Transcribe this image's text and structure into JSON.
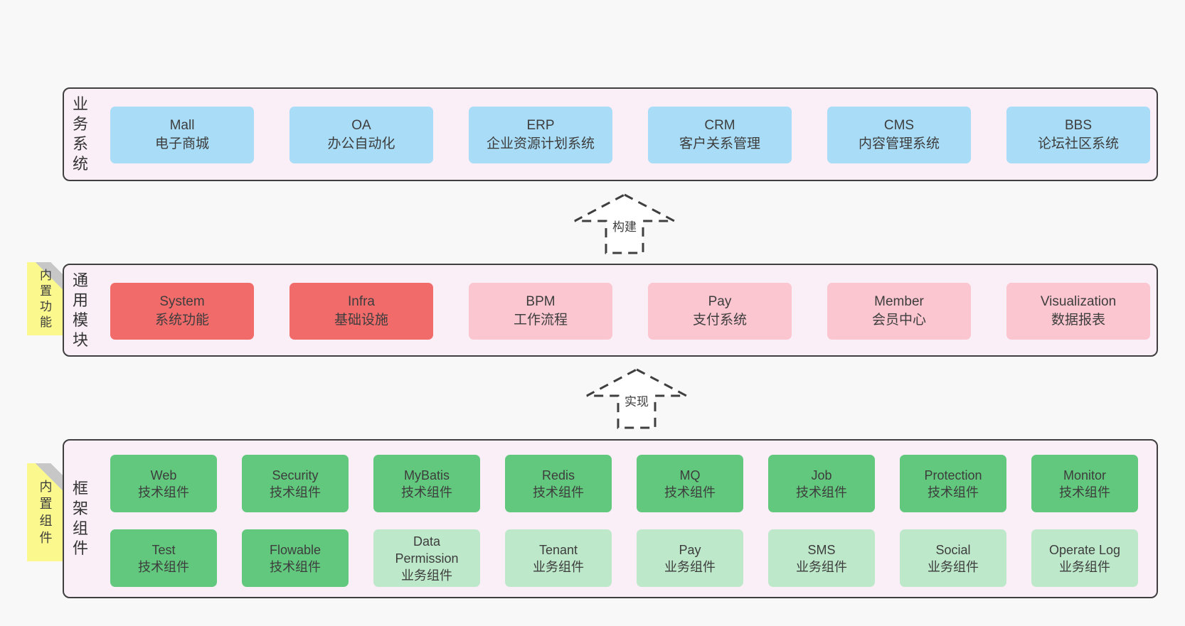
{
  "colors": {
    "page_bg": "#f8f8f8",
    "container_bg": "#faeef7",
    "container_border": "#3f3f3f",
    "blue_box": "#a9dcf6",
    "red_box": "#f26b6b",
    "pink_box": "#fbc6d0",
    "green_dark_box": "#62c87d",
    "green_light_box": "#bde8ca",
    "sticky_note": "#fbf98e",
    "text": "#3c3c3c"
  },
  "arrows": {
    "build": "构建",
    "implement": "实现"
  },
  "business": {
    "label": "业务系统",
    "boxes": [
      {
        "en": "Mall",
        "zh": "电子商城",
        "variant": "blue"
      },
      {
        "en": "OA",
        "zh": "办公自动化",
        "variant": "blue"
      },
      {
        "en": "ERP",
        "zh": "企业资源计划系统",
        "variant": "blue"
      },
      {
        "en": "CRM",
        "zh": "客户关系管理",
        "variant": "blue"
      },
      {
        "en": "CMS",
        "zh": "内容管理系统",
        "variant": "blue"
      },
      {
        "en": "BBS",
        "zh": "论坛社区系统",
        "variant": "blue"
      }
    ]
  },
  "modules": {
    "label": "通用模块",
    "note": "内置功能",
    "boxes": [
      {
        "en": "System",
        "zh": "系统功能",
        "variant": "red"
      },
      {
        "en": "Infra",
        "zh": "基础设施",
        "variant": "red"
      },
      {
        "en": "BPM",
        "zh": "工作流程",
        "variant": "pink"
      },
      {
        "en": "Pay",
        "zh": "支付系统",
        "variant": "pink"
      },
      {
        "en": "Member",
        "zh": "会员中心",
        "variant": "pink"
      },
      {
        "en": "Visualization",
        "zh": "数据报表",
        "variant": "pink"
      }
    ]
  },
  "framework": {
    "label": "框架组件",
    "note": "内置组件",
    "row1": [
      {
        "en": "Web",
        "zh": "技术组件",
        "variant": "green-dark"
      },
      {
        "en": "Security",
        "zh": "技术组件",
        "variant": "green-dark"
      },
      {
        "en": "MyBatis",
        "zh": "技术组件",
        "variant": "green-dark"
      },
      {
        "en": "Redis",
        "zh": "技术组件",
        "variant": "green-dark"
      },
      {
        "en": "MQ",
        "zh": "技术组件",
        "variant": "green-dark"
      },
      {
        "en": "Job",
        "zh": "技术组件",
        "variant": "green-dark"
      },
      {
        "en": "Protection",
        "zh": "技术组件",
        "variant": "green-dark"
      },
      {
        "en": "Monitor",
        "zh": "技术组件",
        "variant": "green-dark"
      }
    ],
    "row2": [
      {
        "en": "Test",
        "zh": "技术组件",
        "variant": "green-dark"
      },
      {
        "en": "Flowable",
        "zh": "技术组件",
        "variant": "green-dark"
      },
      {
        "en": "Data Permission",
        "zh": "业务组件",
        "variant": "green-light"
      },
      {
        "en": "Tenant",
        "zh": "业务组件",
        "variant": "green-light"
      },
      {
        "en": "Pay",
        "zh": "业务组件",
        "variant": "green-light"
      },
      {
        "en": "SMS",
        "zh": "业务组件",
        "variant": "green-light"
      },
      {
        "en": "Social",
        "zh": "业务组件",
        "variant": "green-light"
      },
      {
        "en": "Operate Log",
        "zh": "业务组件",
        "variant": "green-light"
      }
    ]
  }
}
